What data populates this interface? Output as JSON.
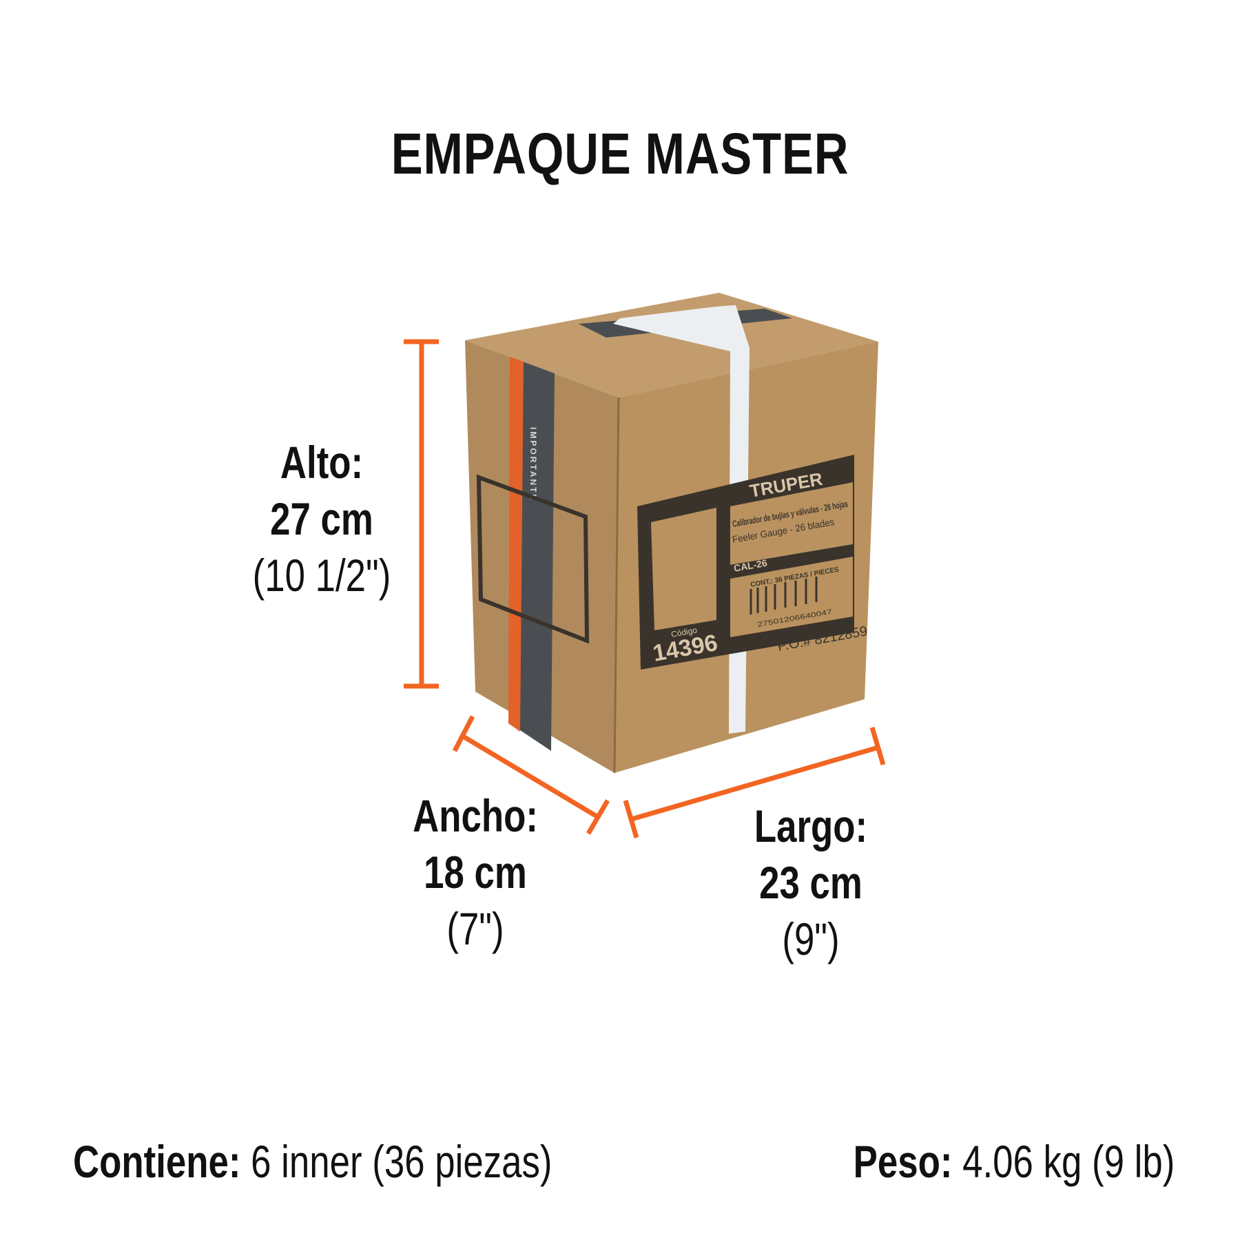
{
  "title": "EMPAQUE MASTER",
  "dimensions": {
    "alto": {
      "label": "Alto:",
      "metric": "27 cm",
      "imperial": "(10 1/2\")"
    },
    "ancho": {
      "label": "Ancho:",
      "metric": "18 cm",
      "imperial": "(7\")"
    },
    "largo": {
      "label": "Largo:",
      "metric": "23 cm",
      "imperial": "(9\")"
    }
  },
  "footer": {
    "contiene_label": "Contiene:",
    "contiene_value": "6 inner (36 piezas)",
    "peso_label": "Peso:",
    "peso_value": "4.06 kg (9 lb)"
  },
  "box_label": {
    "brand": "TRUPER",
    "product_es": "Calibrador de bujías y válvulas - 26 hojas",
    "product_en": "Feeler Gauge - 26 blades",
    "clave": "CAL-26",
    "contents": "CONT.: 36 PIEZAS / PIECES",
    "barcode": "27501206640047",
    "codigo_label": "Código",
    "codigo": "14396",
    "po": "P.O.# 8212859",
    "tape_text": "IMPORTANTE"
  },
  "colors": {
    "accent": "#f26522",
    "cardboard": "#b48d5f",
    "ink": "#3a332c"
  }
}
